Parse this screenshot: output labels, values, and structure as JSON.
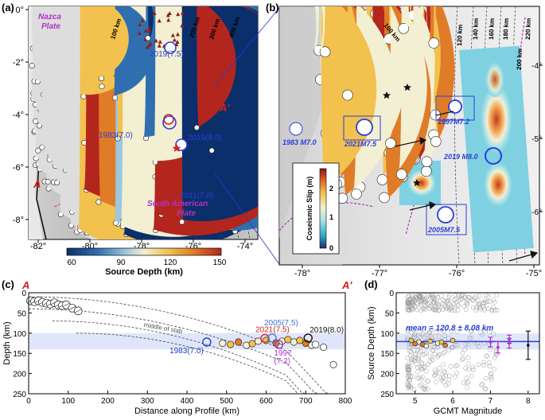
{
  "panel_a": {
    "label": "(a)",
    "x_ticks": [
      "-82°",
      "-80°",
      "-78°",
      "-76°",
      "-74°"
    ],
    "y_ticks": [
      "0°",
      "-2°",
      "-4°",
      "-6°",
      "-8°"
    ],
    "plate_nazca": [
      "Nazca",
      "Plate"
    ],
    "plate_sa": [
      "South American",
      "Plate"
    ],
    "contours": [
      "100 km",
      "200 km",
      "300 km",
      "400 km"
    ],
    "events": [
      {
        "label": "2019(7.5)"
      },
      {
        "label": "1983(7.0)"
      },
      {
        "label": "2019(8.0)"
      },
      {
        "label": "2011(7.0)"
      }
    ],
    "profile_start": "A",
    "profile_end": "A'",
    "colorbar_title": "Source Depth (km)",
    "colorbar_ticks": [
      "60",
      "90",
      "120",
      "150"
    ],
    "colorbar_colors": [
      "#0b2f6b",
      "#2f6fb0",
      "#9cc7df",
      "#f3efd2",
      "#f2c14e",
      "#e07b28",
      "#b3261e"
    ]
  },
  "panel_b": {
    "label": "(b)",
    "x_ticks": [
      "-78°",
      "-77°",
      "-76°",
      "-75°"
    ],
    "y_ticks": [
      "-4°",
      "-5°",
      "-6°"
    ],
    "contours": [
      "100 km",
      "120 km",
      "140 km",
      "160 km",
      "180 km",
      "200 km",
      "220 km"
    ],
    "events": [
      {
        "label": "1983 M7.0"
      },
      {
        "label": "2021M7.5"
      },
      {
        "label": "1997M7.2"
      },
      {
        "label": "2019 M8.0"
      },
      {
        "label": "2005M7.5"
      }
    ],
    "slip_title": "Coseismic Slip (m)",
    "slip_ticks": [
      "0",
      "1",
      "2"
    ]
  },
  "chart_data": [
    {
      "type": "scatter",
      "panel": "(c)",
      "xlabel": "Distance along Profile (km)",
      "ylabel": "Depth (km)",
      "xlim": [
        0,
        800
      ],
      "ylim": [
        250,
        0
      ],
      "x_ticks": [
        "0",
        "100",
        "200",
        "300",
        "400",
        "500",
        "600",
        "700",
        "800"
      ],
      "y_ticks": [
        "0",
        "50",
        "100",
        "150",
        "200",
        "250"
      ],
      "band": [
        100,
        140
      ],
      "band_label": "middle of slab",
      "profile_start": "A",
      "profile_end": "A'",
      "labeled_events": [
        {
          "label": "1983(7.0)",
          "x": 450,
          "y": 122,
          "color": "#1f3fbf"
        },
        {
          "label": "2021(7.5)",
          "x": 597,
          "y": 113,
          "color": "#d42020"
        },
        {
          "label": "2005(7.5)",
          "x": 615,
          "y": 112,
          "color": "#3a78d8"
        },
        {
          "label": "1997",
          "label2": "(7.2)",
          "x": 632,
          "y": 128,
          "color": "#b030c8"
        },
        {
          "label": "2019(8.0)",
          "x": 706,
          "y": 112,
          "color": "#111111"
        }
      ],
      "shallow_events": {
        "x": [
          5,
          15,
          25,
          35,
          45,
          55,
          65,
          75,
          85,
          95,
          110,
          125
        ],
        "y": [
          20,
          22,
          20,
          24,
          26,
          28,
          25,
          30,
          32,
          30,
          38,
          45
        ]
      },
      "slab_events": {
        "x": [
          490,
          510,
          530,
          550,
          565,
          580,
          600,
          625,
          640,
          655,
          670,
          685,
          700,
          715,
          725,
          745,
          770
        ],
        "y": [
          125,
          128,
          122,
          130,
          126,
          120,
          118,
          124,
          120,
          116,
          122,
          118,
          125,
          130,
          128,
          135,
          178
        ],
        "fill": [
          "#f3efd2",
          "#f2c14e",
          "#e07b28",
          "#f3efd2",
          "#f2c14e",
          "#f3efd2",
          "#f2c14e",
          "#e07b28",
          "#f3efd2",
          "#f2c14e",
          "#f3efd2",
          "#f2c14e",
          "#e07b28",
          "#f3efd2",
          "#ffffff",
          "#ffffff",
          "#ffffff"
        ]
      }
    },
    {
      "type": "scatter",
      "panel": "(d)",
      "xlabel": "GCMT Magnitude",
      "ylabel": "Source Depth (km)",
      "xlim": [
        4.5,
        8.3
      ],
      "ylim": [
        250,
        0
      ],
      "x_ticks": [
        "5",
        "6",
        "7",
        "8"
      ],
      "y_ticks": [
        "0",
        "50",
        "100",
        "150",
        "200",
        "250"
      ],
      "mean_label": "mean = 120.8 ± 8.08 km",
      "mean_value": 120.8,
      "mean_err": 8.08,
      "colored_events": {
        "x": [
          4.9,
          5.1,
          5.2,
          5.4,
          5.6,
          5.8,
          6.0,
          5.3,
          5.0,
          5.7
        ],
        "y": [
          118,
          122,
          128,
          120,
          125,
          130,
          118,
          132,
          126,
          122
        ],
        "fill": [
          "#f2c14e",
          "#f3efd2",
          "#e07b28",
          "#f2c14e",
          "#f3efd2",
          "#e07b28",
          "#f2c14e",
          "#f3efd2",
          "#e07b28",
          "#f2c14e"
        ]
      },
      "large_events": [
        {
          "x": 7.0,
          "y": 122,
          "err": 12,
          "color": "#b030c8"
        },
        {
          "x": 7.2,
          "y": 135,
          "err": 14,
          "color": "#b030c8"
        },
        {
          "x": 7.5,
          "y": 125,
          "err": 12,
          "color": "#b030c8"
        },
        {
          "x": 7.5,
          "y": 115,
          "err": 10,
          "color": "#b030c8"
        },
        {
          "x": 8.0,
          "y": 130,
          "err": 35,
          "color": "#111111"
        }
      ]
    }
  ]
}
